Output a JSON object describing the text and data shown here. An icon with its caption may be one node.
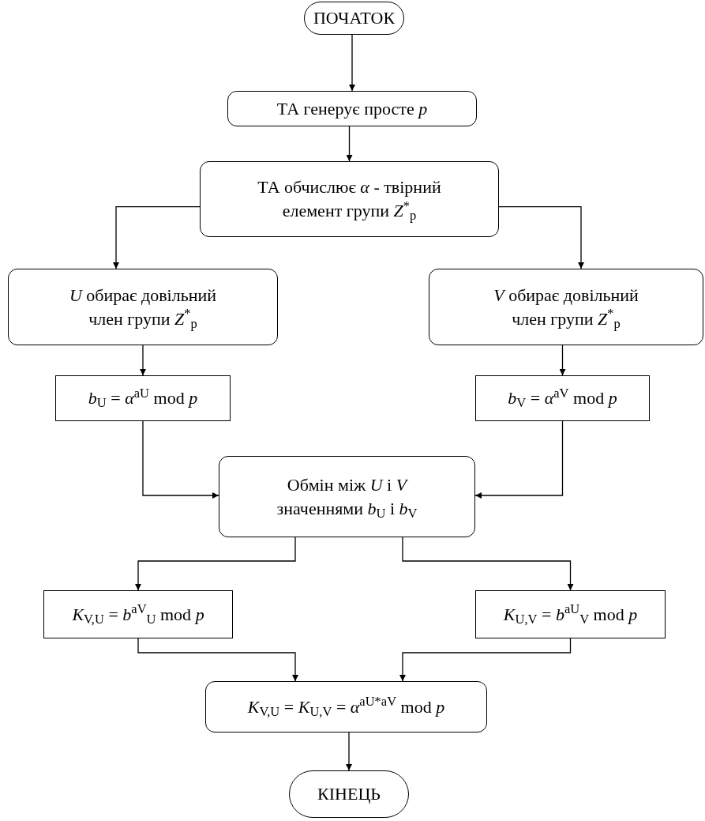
{
  "diagram": {
    "nodes": [
      {
        "text": [
          "ПОЧАТОК"
        ]
      },
      {
        "text": [
          "ТА генерує просте *p*"
        ]
      },
      {
        "text": [
          "ТА обчислює *α* - твірний елемент групи *Z*$^{*}$$_{p}$"
        ]
      },
      {
        "text": [
          "*U* обирає довільний член групи *Z*$^{*}$$_{p}$"
        ]
      },
      {
        "text": [
          "*V* обирає довільний член групи *Z*$^{*}$$_{p}$"
        ]
      },
      {
        "text": [
          "*b*$_{U}$ = *α*$^{aU}$ mod *p*"
        ]
      },
      {
        "text": [
          "*b*$_{V}$ = *α*$^{aV}$ mod *p*"
        ]
      },
      {
        "text": [
          "Обмін між *U* і *V* значеннями *b*$_{U}$ і *b*$_{V}$"
        ]
      },
      {
        "text": [
          "*K*$_{V,U}$ = *b*$^{aV}$$_{U}$ mod *p*"
        ]
      },
      {
        "text": [
          "*K*$_{U,V}$ = *b*$^{aU}$$_{V}$ mod *p*"
        ]
      },
      {
        "text": [
          "*K*$_{V,U}$ = *K*$_{U,V}$ = *α*$^{aU*aV}$ mod *p*"
        ]
      },
      {
        "text": [
          "КІНЕЦЬ"
        ]
      }
    ],
    "edges": [
      {
        "from": 0,
        "to": 1,
        "arrow": "to"
      },
      {
        "from": 1,
        "to": 2,
        "arrow": "to"
      },
      {
        "from": 2,
        "to": 3,
        "arrow": "to"
      },
      {
        "from": 2,
        "to": 4,
        "arrow": "to"
      },
      {
        "from": 3,
        "to": 5,
        "arrow": "to"
      },
      {
        "from": 4,
        "to": 6,
        "arrow": "to"
      },
      {
        "from": 5,
        "to": 7,
        "arrow": "to"
      },
      {
        "from": 6,
        "to": 7,
        "arrow": "to"
      },
      {
        "from": 7,
        "to": 8,
        "arrow": "to"
      },
      {
        "from": 7,
        "to": 9,
        "arrow": "to"
      },
      {
        "from": 8,
        "to": 10,
        "arrow": "to"
      },
      {
        "from": 9,
        "to": 10,
        "arrow": "to"
      },
      {
        "from": 10,
        "to": 11,
        "arrow": "to"
      }
    ]
  }
}
